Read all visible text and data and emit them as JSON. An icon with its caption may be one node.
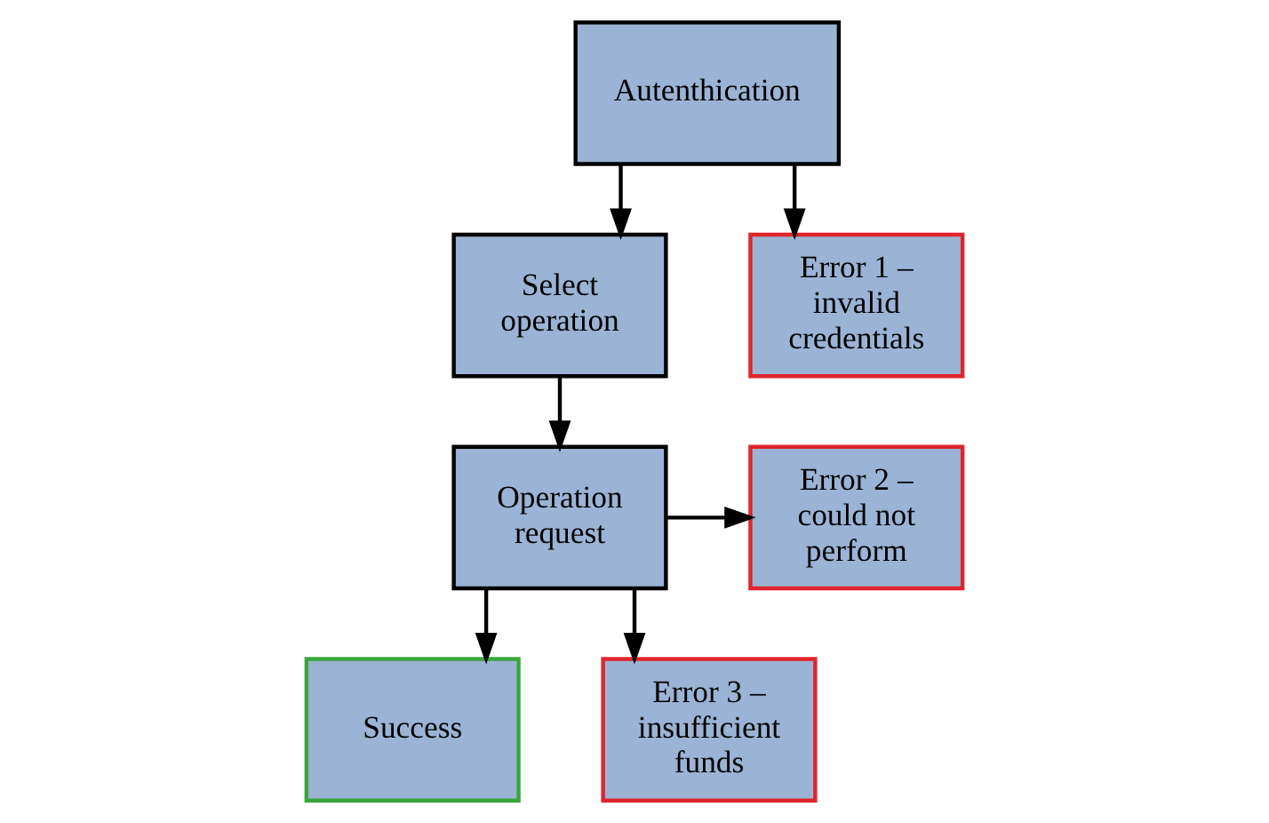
{
  "diagram": {
    "nodes": [
      {
        "text": [
          "Autenthication"
        ]
      },
      {
        "text": [
          "Select operation"
        ]
      },
      {
        "text": [
          "Error 1 – invalid credentials"
        ]
      },
      {
        "text": [
          "Operation request"
        ]
      },
      {
        "text": [
          "Error 2 – could not perform"
        ]
      },
      {
        "text": [
          "Success"
        ]
      },
      {
        "text": [
          "Error 3 – insufficient funds"
        ]
      }
    ],
    "edges": [
      {
        "from": 0,
        "to": 1,
        "arrow": "to"
      },
      {
        "from": 0,
        "to": 2,
        "arrow": "to"
      },
      {
        "from": 1,
        "to": 3,
        "arrow": "to"
      },
      {
        "from": 3,
        "to": 4,
        "arrow": "to"
      },
      {
        "from": 3,
        "to": 5,
        "arrow": "to"
      },
      {
        "from": 3,
        "to": 6,
        "arrow": "to"
      }
    ]
  }
}
